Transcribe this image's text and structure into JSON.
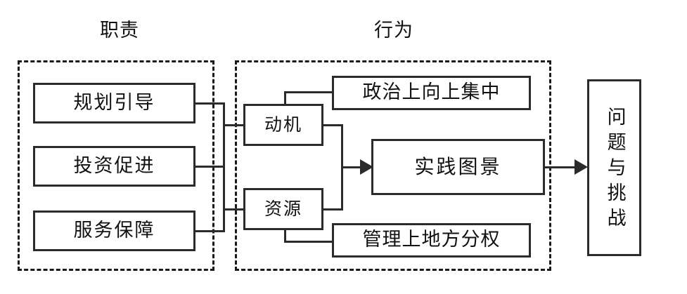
{
  "diagram": {
    "title_left": "职责",
    "title_right": "行为",
    "groups": [
      {
        "key": "duty",
        "label": "职责"
      },
      {
        "key": "behavior",
        "label": "行为"
      }
    ],
    "duty_nodes": [
      {
        "id": "planning",
        "label": "规划引导"
      },
      {
        "id": "investment",
        "label": "投资促进"
      },
      {
        "id": "service",
        "label": "服务保障"
      }
    ],
    "behavior_drivers": [
      {
        "id": "motivation",
        "label": "动机"
      },
      {
        "id": "resource",
        "label": "资源"
      }
    ],
    "behavior_conditions": [
      {
        "id": "political-centralization",
        "label": "政治上向上集中"
      },
      {
        "id": "administrative-decentralization",
        "label": "管理上地方分权"
      }
    ],
    "outcome": {
      "id": "practice-landscape",
      "label": "实践图景"
    },
    "result": {
      "id": "problems-challenges",
      "label": "问题与挑战"
    },
    "colors": {
      "stroke": "#2b2b2b",
      "dashed": "#1a1a1a",
      "background": "#ffffff",
      "text": "#111111"
    }
  }
}
